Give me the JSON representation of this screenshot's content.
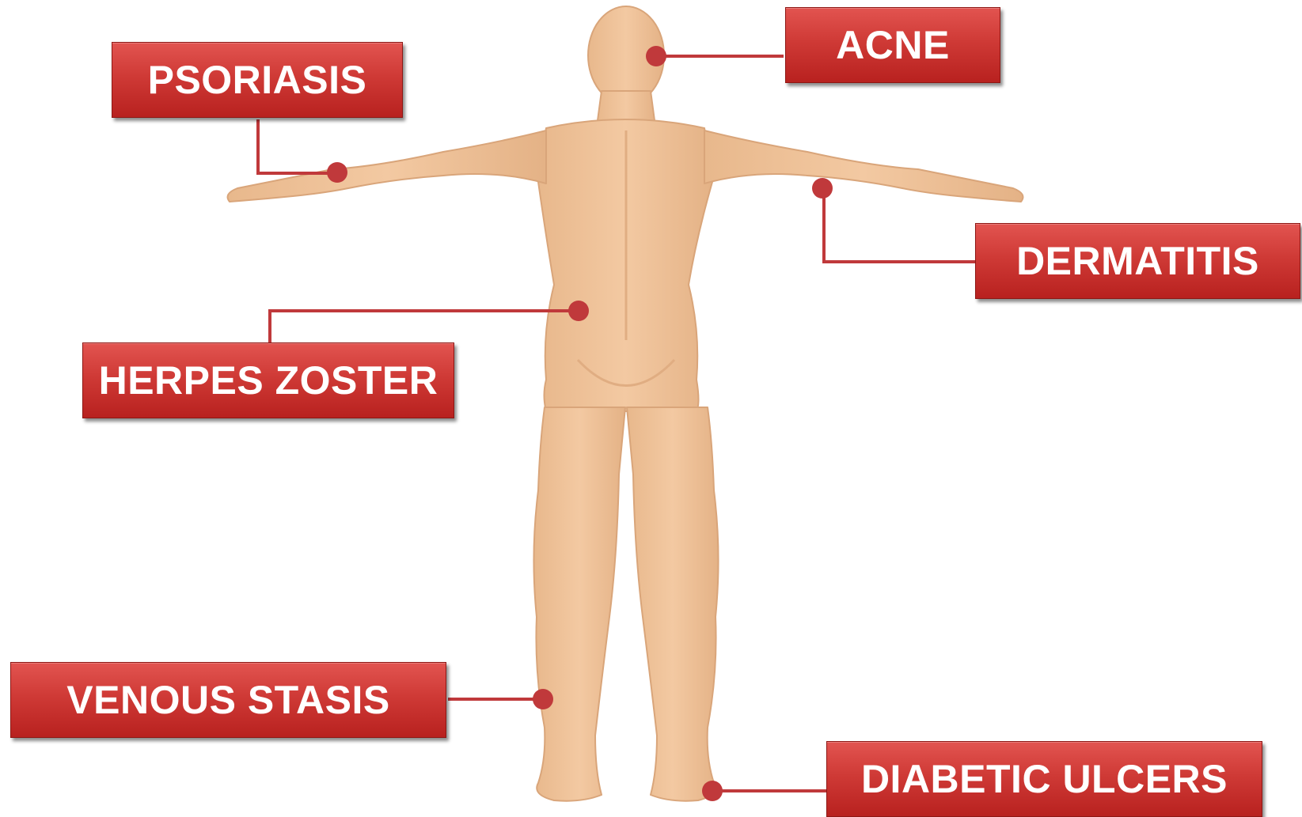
{
  "labels": {
    "psoriasis": "PSORIASIS",
    "acne": "ACNE",
    "dermatitis": "DERMATITIS",
    "herpes_zoster": "HERPES ZOSTER",
    "venous_stasis": "VENOUS STASIS",
    "diabetic_ulcers": "DIABETIC ULCERS"
  },
  "colors": {
    "label_red": "#cf3a36",
    "connector": "#c0393b",
    "skin": "#eec198"
  }
}
